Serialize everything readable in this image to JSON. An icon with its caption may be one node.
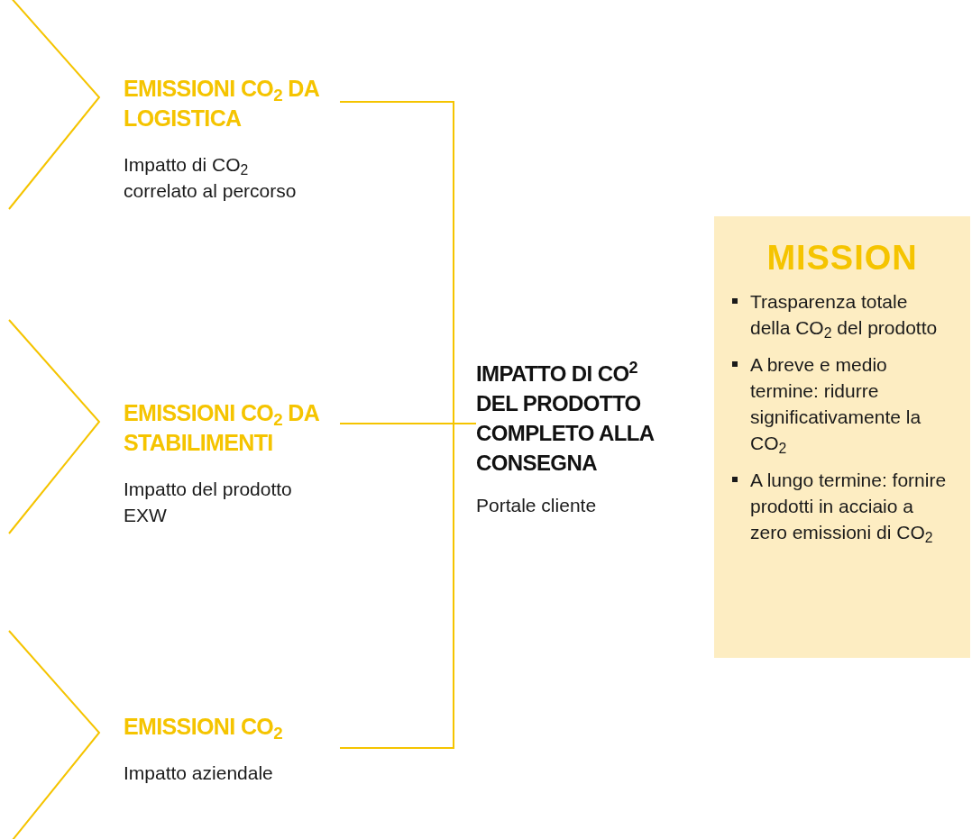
{
  "diagram": {
    "nodes": [
      {
        "text": [
          "EMISSIONI CO$_{2}$ DA LOGISTICA",
          "Impatto di CO$_{2}$ correlato al percorso"
        ]
      },
      {
        "text": [
          "EMISSIONI CO$_{2}$ DA STABILIMENTI",
          "Impatto del prodotto EXW"
        ]
      },
      {
        "text": [
          "EMISSIONI CO$_{2}$",
          "Impatto aziendale"
        ]
      },
      {
        "text": [
          "IMPATTO DI CO$^{2}$ DEL PRODOTTO COMPLETO ALLA CONSEGNA",
          "Portale cliente"
        ]
      },
      {
        "text": [
          "MISSION",
          "Trasparenza totale della CO$_{2}$ del prodotto",
          "A breve e medio termine: ridurre significativamente la CO$_{2}$",
          "A lungo termine: fornire prodotti in acciaio a zero emissioni di CO$_{2}$"
        ]
      }
    ],
    "edges": [
      {
        "from": 0,
        "to": 3,
        "arrow": "none"
      },
      {
        "from": 1,
        "to": 3,
        "arrow": "none"
      },
      {
        "from": 2,
        "to": 3,
        "arrow": "none"
      }
    ]
  }
}
